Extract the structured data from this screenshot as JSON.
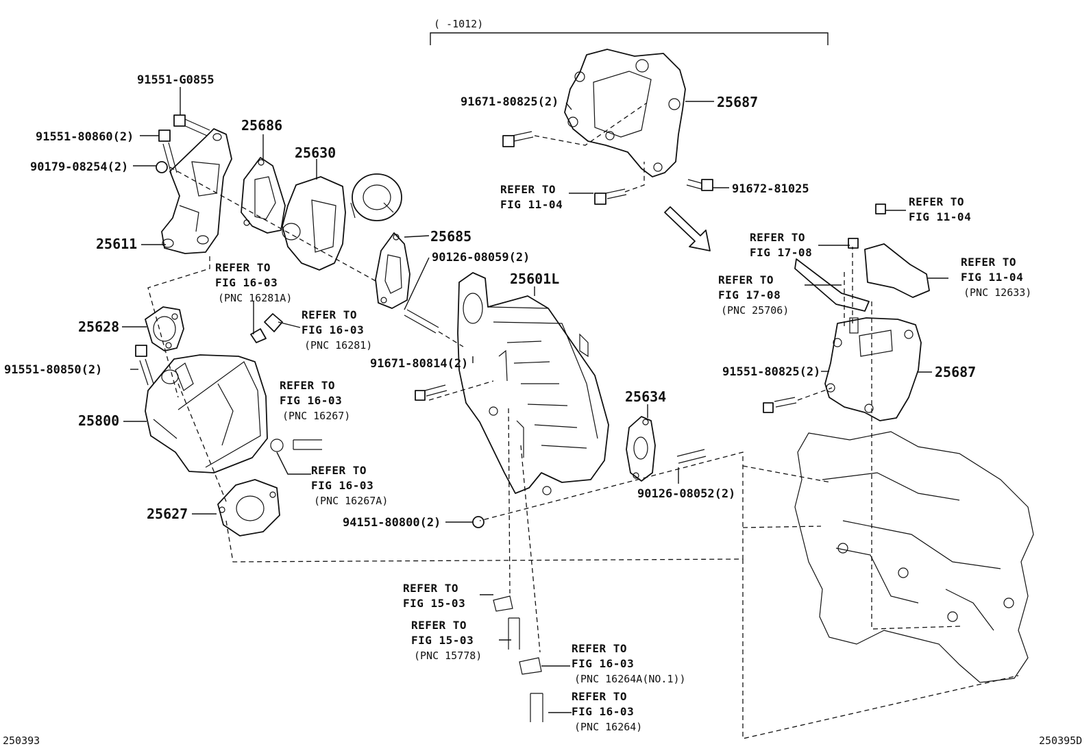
{
  "range_note": "(      -1012)",
  "part_numbers": {
    "p25686": "25686",
    "p25630": "25630",
    "p25611": "25611",
    "p25685": "25685",
    "p25628": "25628",
    "p25800": "25800",
    "p25627": "25627",
    "p25601L": "25601L",
    "p25634": "25634",
    "p25687a": "25687",
    "p25687b": "25687"
  },
  "fasteners": {
    "f91551G0855": "91551-G0855",
    "f9155180860": "91551-80860(2)",
    "f9017908254": "90179-08254(2)",
    "f9155180850": "91551-80850(2)",
    "f9012608059": "90126-08059(2)",
    "f9167180814": "91671-80814(2)",
    "f9167180825": "91671-80825(2)",
    "f9167281025": "91672-81025",
    "f9155180825": "91551-80825(2)",
    "f9012608052": "90126-08052(2)",
    "f9415180800": "94151-80800(2)"
  },
  "refs": {
    "r1": {
      "a": "REFER TO",
      "b": "FIG 16-03",
      "c": "(PNC 16281A)"
    },
    "r2": {
      "a": "REFER TO",
      "b": "FIG 16-03",
      "c": "(PNC 16281)"
    },
    "r3": {
      "a": "REFER TO",
      "b": "FIG 16-03",
      "c": "(PNC 16267)"
    },
    "r4": {
      "a": "REFER TO",
      "b": "FIG 16-03",
      "c": "(PNC 16267A)"
    },
    "r5": {
      "a": "REFER TO",
      "b": "FIG 11-04"
    },
    "r6": {
      "a": "REFER TO",
      "b": "FIG 11-04"
    },
    "r7": {
      "a": "REFER TO",
      "b": "FIG 17-08"
    },
    "r8": {
      "a": "REFER TO",
      "b": "FIG 17-08",
      "c": "(PNC 25706)"
    },
    "r9": {
      "a": "REFER TO",
      "b": "FIG 11-04",
      "c": "(PNC 12633)"
    },
    "r10": {
      "a": "REFER TO",
      "b": "FIG 15-03"
    },
    "r11": {
      "a": "REFER TO",
      "b": "FIG 15-03",
      "c": "(PNC 15778)"
    },
    "r12": {
      "a": "REFER TO",
      "b": "FIG 16-03",
      "c": "(PNC 16264A(NO.1))"
    },
    "r13": {
      "a": "REFER TO",
      "b": "FIG 16-03",
      "c": "(PNC 16264)"
    }
  },
  "codes": {
    "left": "250393",
    "right": "250395D"
  }
}
